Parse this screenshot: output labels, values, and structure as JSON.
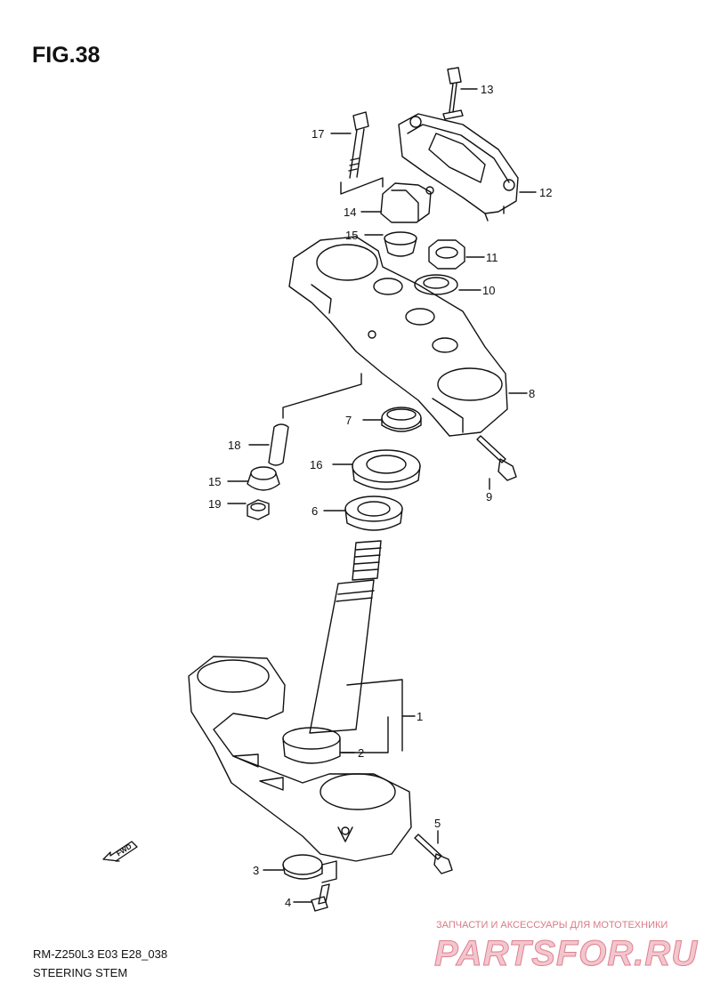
{
  "figure": {
    "title": "FIG.38",
    "model_code": "RM-Z250L3 E03 E28_038",
    "name": "STEERING STEM",
    "direction_badge": "FWD"
  },
  "watermark": {
    "caption": "ЗАПЧАСТИ И АКСЕССУАРЫ ДЛЯ МОТОТЕХНИКИ",
    "logo": "PARTSFOR.RU"
  },
  "callouts": [
    "1",
    "2",
    "3",
    "4",
    "5",
    "6",
    "7",
    "8",
    "9",
    "10",
    "11",
    "12",
    "13",
    "14",
    "15",
    "15",
    "16",
    "17",
    "18",
    "19"
  ],
  "colors": {
    "line": "#111111",
    "watermark": "#e07f8f"
  }
}
